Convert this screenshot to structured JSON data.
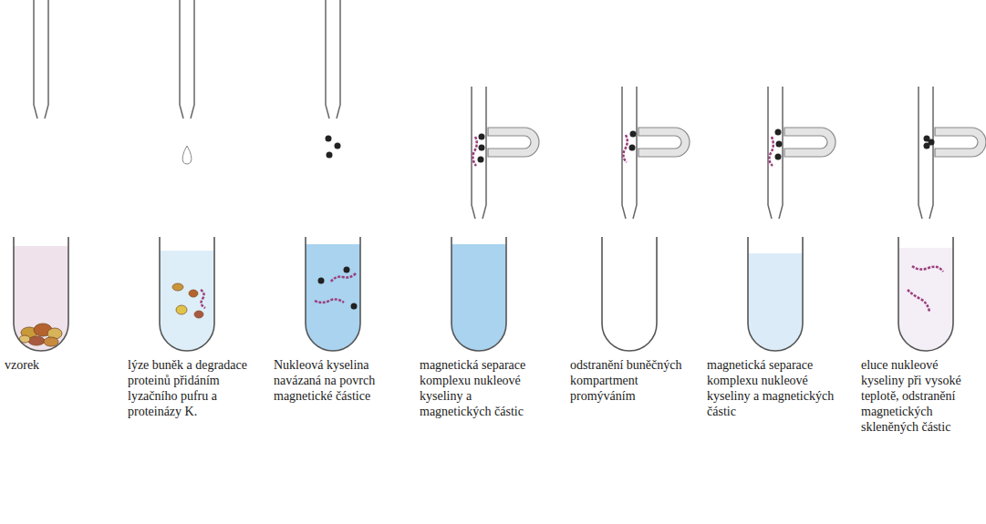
{
  "diagram": {
    "labels": [
      "vzorek",
      "lýze buněk a degradace proteinů přidáním lyzačního pufru a proteinázy K.",
      "Nukleová kyselina navázaná na povrch magnetické částice",
      "magnetická separace komplexu nukleové kyseliny a magnetických částic",
      "odstranění buněčných kompartment promýváním",
      "magnetická separace komplexu nukleové kyseliny a magnetických částic",
      "eluce nukleové kyseliny při vysoké teplotě, odstranění magnetických skleněných částic"
    ]
  }
}
